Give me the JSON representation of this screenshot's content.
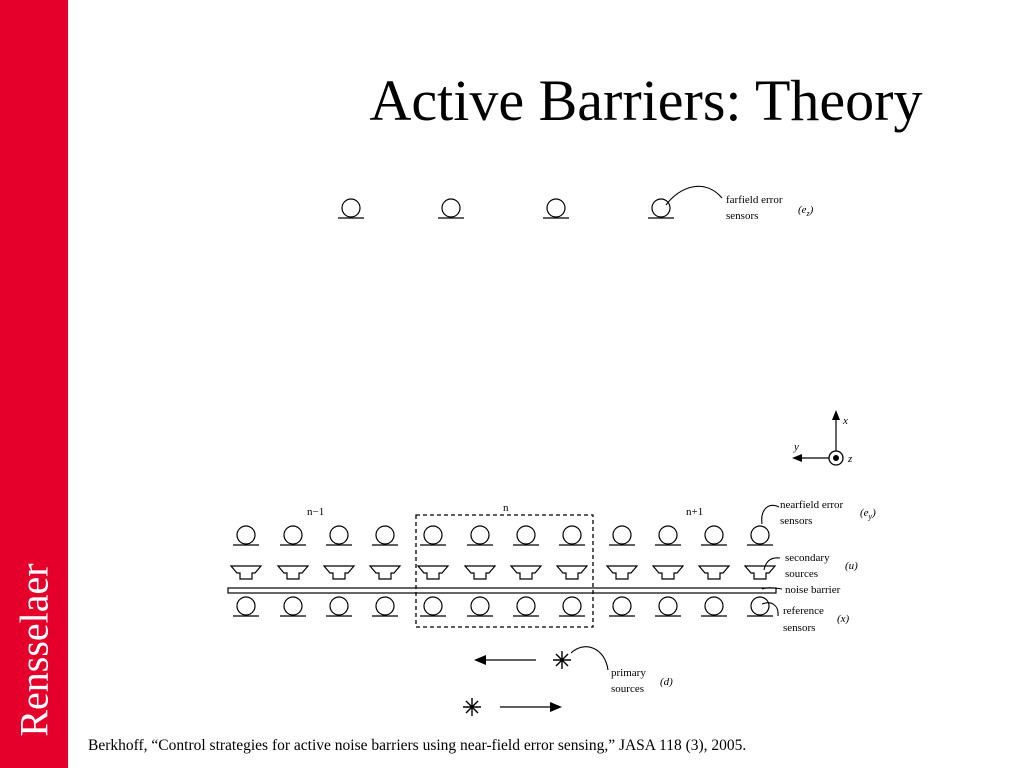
{
  "slide": {
    "title": "Active Barriers: Theory",
    "sidebar_label": "Rensselaer",
    "sidebar_color": "#e4002b",
    "citation": "Berkhoff, “Control strategies for active noise barriers using near-field error sensing,” JASA 118 (3), 2005."
  },
  "diagram": {
    "segments": [
      "n−1",
      "n",
      "n+1"
    ],
    "labels": {
      "farfield_line1": "farfield error",
      "farfield_line2": "sensors",
      "farfield_symbol": "(e",
      "farfield_sub": "z",
      "nearfield_line1": "nearfield error",
      "nearfield_line2": "sensors",
      "nearfield_symbol": "(e",
      "nearfield_sub": "y",
      "secondary_line1": "secondary",
      "secondary_line2": "sources",
      "secondary_symbol": "(u)",
      "barrier": "noise barrier",
      "reference_line1": "reference",
      "reference_line2": "sensors",
      "reference_symbol": "(x)",
      "primary_line1": "primary",
      "primary_line2": "sources",
      "primary_symbol": "(d)"
    },
    "axes": {
      "x": "x",
      "y": "y",
      "z": "z"
    }
  }
}
